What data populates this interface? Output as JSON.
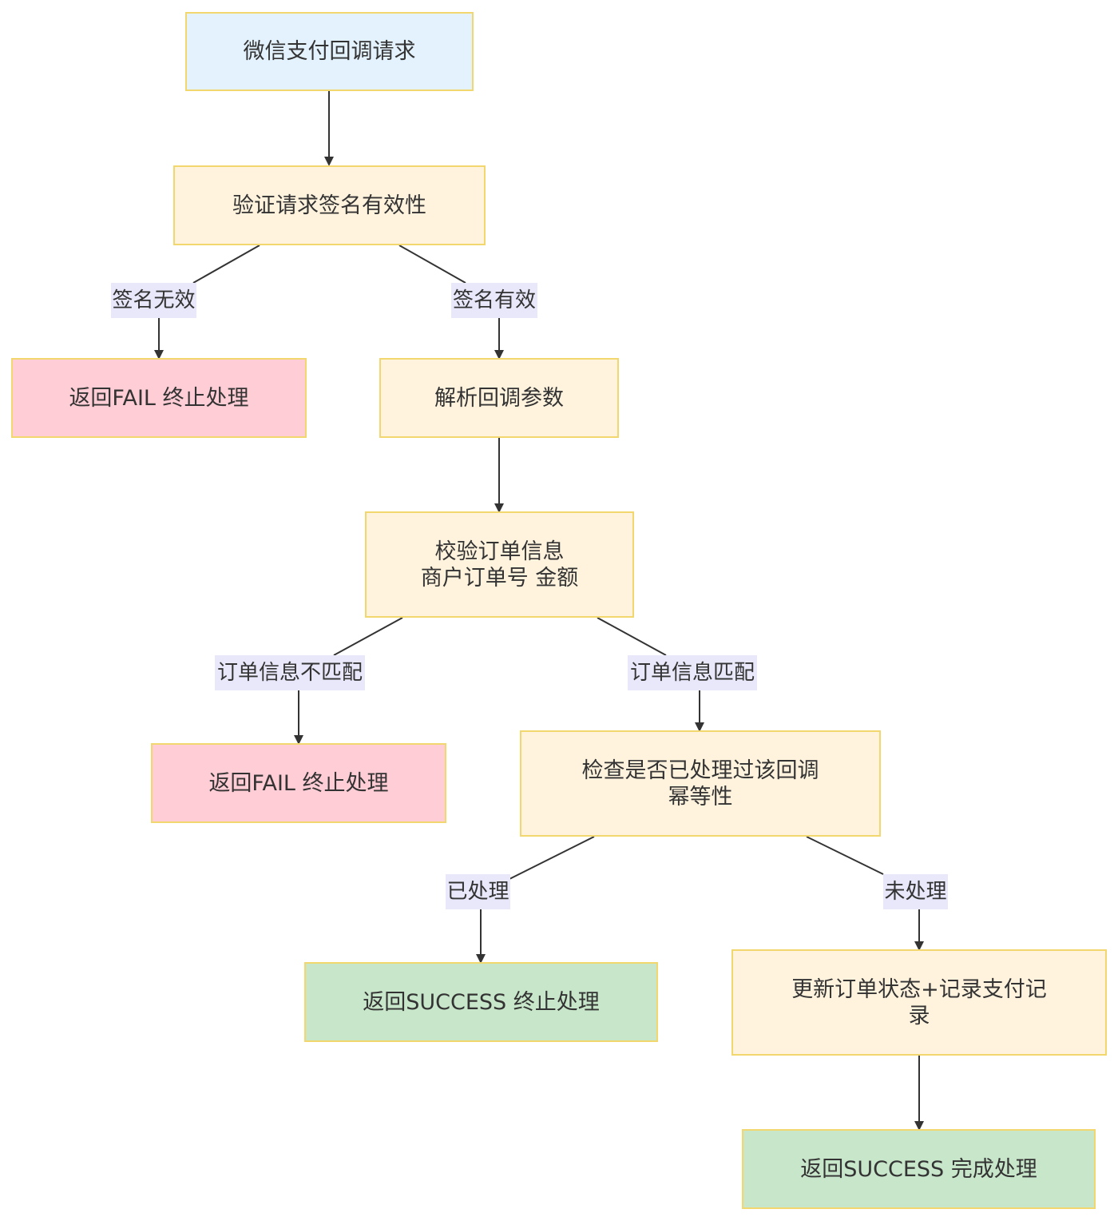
{
  "colors": {
    "start": "#e3f2fd",
    "process": "#fff3de",
    "fail": "#ffcdd6",
    "success": "#c8e6ca",
    "border": "#f2d66e",
    "edge_label_bg": "#e9e8fb",
    "line": "#333333"
  },
  "nodes": {
    "start": "微信支付回调请求",
    "verify_signature": "验证请求签名有效性",
    "fail_signature": "返回FAIL 终止处理",
    "parse_params": "解析回调参数",
    "check_order": "校验订单信息\n商户订单号 金额",
    "fail_order": "返回FAIL 终止处理",
    "check_idempotent": "检查是否已处理过该回调\n幂等性",
    "success_processed": "返回SUCCESS 终止处理",
    "update_order": "更新订单状态+记录支付记\n录",
    "success_done": "返回SUCCESS 完成处理"
  },
  "edges": {
    "signature_invalid": "签名无效",
    "signature_valid": "签名有效",
    "order_mismatch": "订单信息不匹配",
    "order_match": "订单信息匹配",
    "already_processed": "已处理",
    "not_processed": "未处理"
  }
}
